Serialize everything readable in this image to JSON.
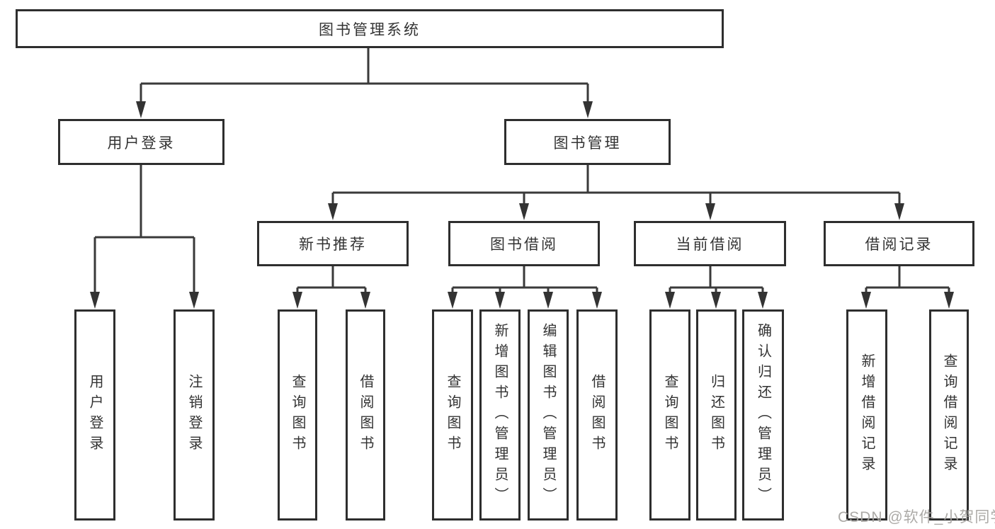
{
  "diagram": {
    "root": {
      "label": "图书管理系统",
      "children": [
        {
          "label": "用户登录",
          "children": [
            {
              "label": "用户登录"
            },
            {
              "label": "注销登录"
            }
          ]
        },
        {
          "label": "图书管理",
          "children": [
            {
              "label": "新书推荐",
              "children": [
                {
                  "label": "查询图书"
                },
                {
                  "label": "借阅图书"
                }
              ]
            },
            {
              "label": "图书借阅",
              "children": [
                {
                  "label": "查询图书"
                },
                {
                  "label": "新增图书（管理员）"
                },
                {
                  "label": "编辑图书（管理员）"
                },
                {
                  "label": "借阅图书"
                }
              ]
            },
            {
              "label": "当前借阅",
              "children": [
                {
                  "label": "查询图书"
                },
                {
                  "label": "归还图书"
                },
                {
                  "label": "确认归还（管理员）"
                }
              ]
            },
            {
              "label": "借阅记录",
              "children": [
                {
                  "label": "新增借阅记录"
                },
                {
                  "label": "查询借阅记录"
                }
              ]
            }
          ]
        }
      ]
    },
    "colors": {
      "line": "#3a3a3a",
      "border": "#2e2e2e",
      "text": "#333333",
      "background": "#ffffff",
      "watermark": "#a8a5a2"
    }
  },
  "watermark": {
    "text": "CSDN @软件_小贺同学"
  }
}
